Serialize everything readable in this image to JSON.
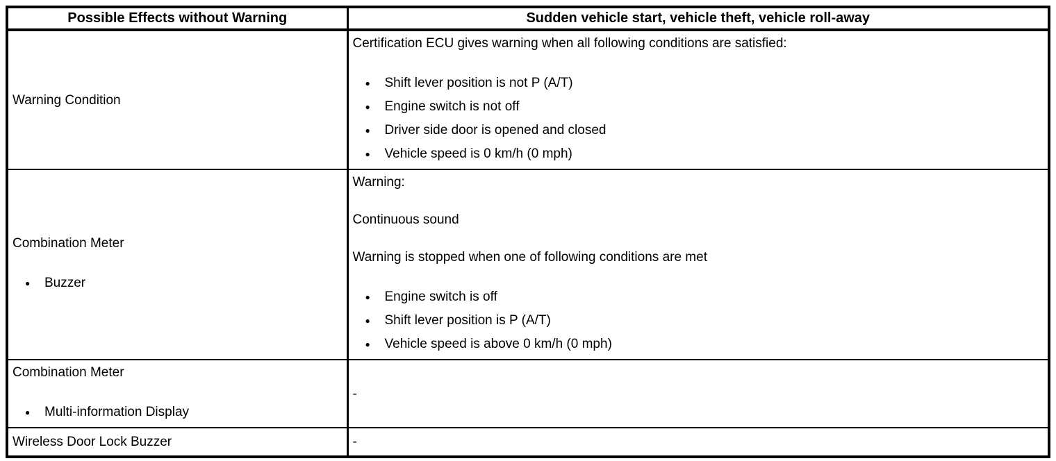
{
  "icons": {
    "bullet": "●"
  },
  "header": {
    "left": "Possible Effects without Warning",
    "right": "Sudden vehicle start, vehicle theft, vehicle roll-away"
  },
  "rows": [
    {
      "left": {
        "title": "Warning Condition"
      },
      "right": {
        "intro": "Certification ECU gives warning when all following conditions are satisfied:",
        "bullets": [
          "Shift lever position is not P (A/T)",
          "Engine switch is not off",
          "Driver side door is opened and closed",
          "Vehicle speed is 0 km/h (0 mph)"
        ]
      }
    },
    {
      "left": {
        "title": "Combination Meter",
        "bullet": "Buzzer"
      },
      "right": {
        "paragraphs": [
          "Warning:",
          "Continuous sound",
          "Warning is stopped when one of following conditions are met"
        ],
        "bullets": [
          "Engine switch is off",
          "Shift lever position is P (A/T)",
          "Vehicle speed is above 0 km/h (0 mph)"
        ]
      }
    },
    {
      "left": {
        "title": "Combination Meter",
        "bullet": "Multi-information Display"
      },
      "right": {
        "dash": "-"
      }
    },
    {
      "left": {
        "title": "Wireless Door Lock Buzzer"
      },
      "right": {
        "dash": "-"
      }
    }
  ]
}
